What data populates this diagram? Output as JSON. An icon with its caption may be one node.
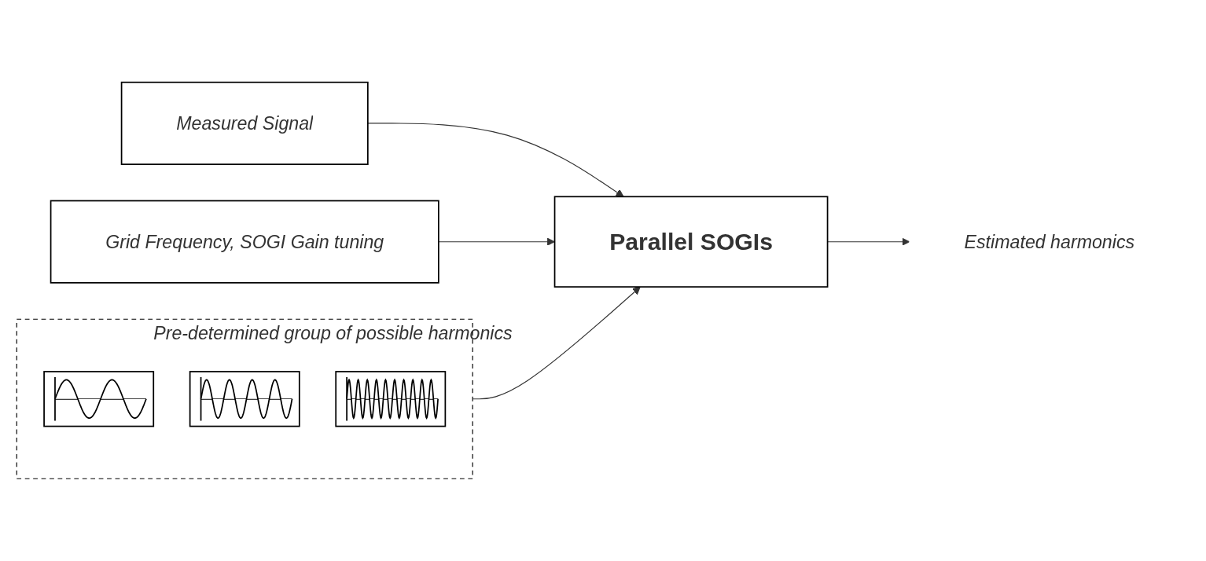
{
  "diagram": {
    "nodes": [
      {
        "text": [
          "Measured Signal"
        ]
      },
      {
        "text": [
          "Pre-determined group of possible harmonics"
        ]
      },
      {
        "text": [],
        "shape": "picture",
        "in": 1
      },
      {
        "text": [],
        "shape": "picture",
        "in": 1
      },
      {
        "text": [],
        "shape": "picture",
        "in": 1
      },
      {
        "text": [
          "Parallel SOGIs"
        ]
      },
      {
        "text": [
          "Grid Frequency, SOGI Gain tuning"
        ]
      },
      {
        "text": [
          "Estimated harmonics"
        ]
      }
    ],
    "edges": [
      {
        "from": 0,
        "to": 5,
        "arrow": "to"
      },
      {
        "from": 1,
        "to": 5,
        "arrow": "to"
      },
      {
        "from": 6,
        "to": 5,
        "arrow": "to"
      },
      {
        "from": 5,
        "to": 7,
        "arrow": "to"
      }
    ]
  }
}
